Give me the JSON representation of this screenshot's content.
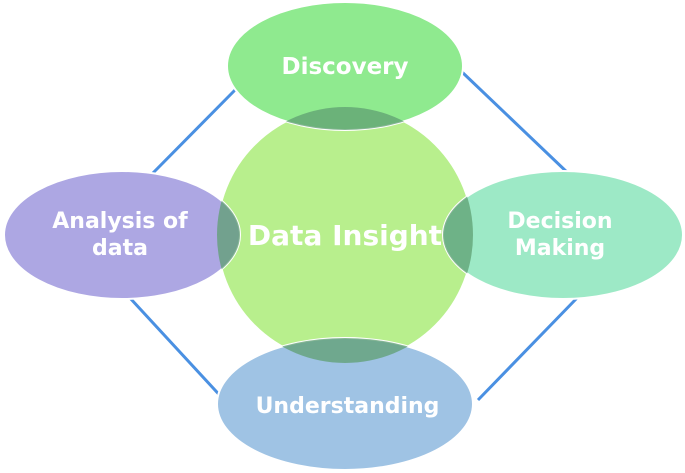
{
  "diagram": {
    "center": {
      "label": "Data Insight",
      "color": "#b8ef8d"
    },
    "nodes": {
      "top": {
        "label": "Discovery",
        "color": "#8fea8f"
      },
      "right": {
        "label": "Decision\nMaking",
        "color": "#9de9c6"
      },
      "bottom": {
        "label": "Understanding",
        "color": "#9fc3e4"
      },
      "left": {
        "label": "Analysis of\ndata",
        "color": "#ada7e3"
      }
    },
    "connector_color": "#4a90e2",
    "overlap_color": "#5f9f72"
  }
}
